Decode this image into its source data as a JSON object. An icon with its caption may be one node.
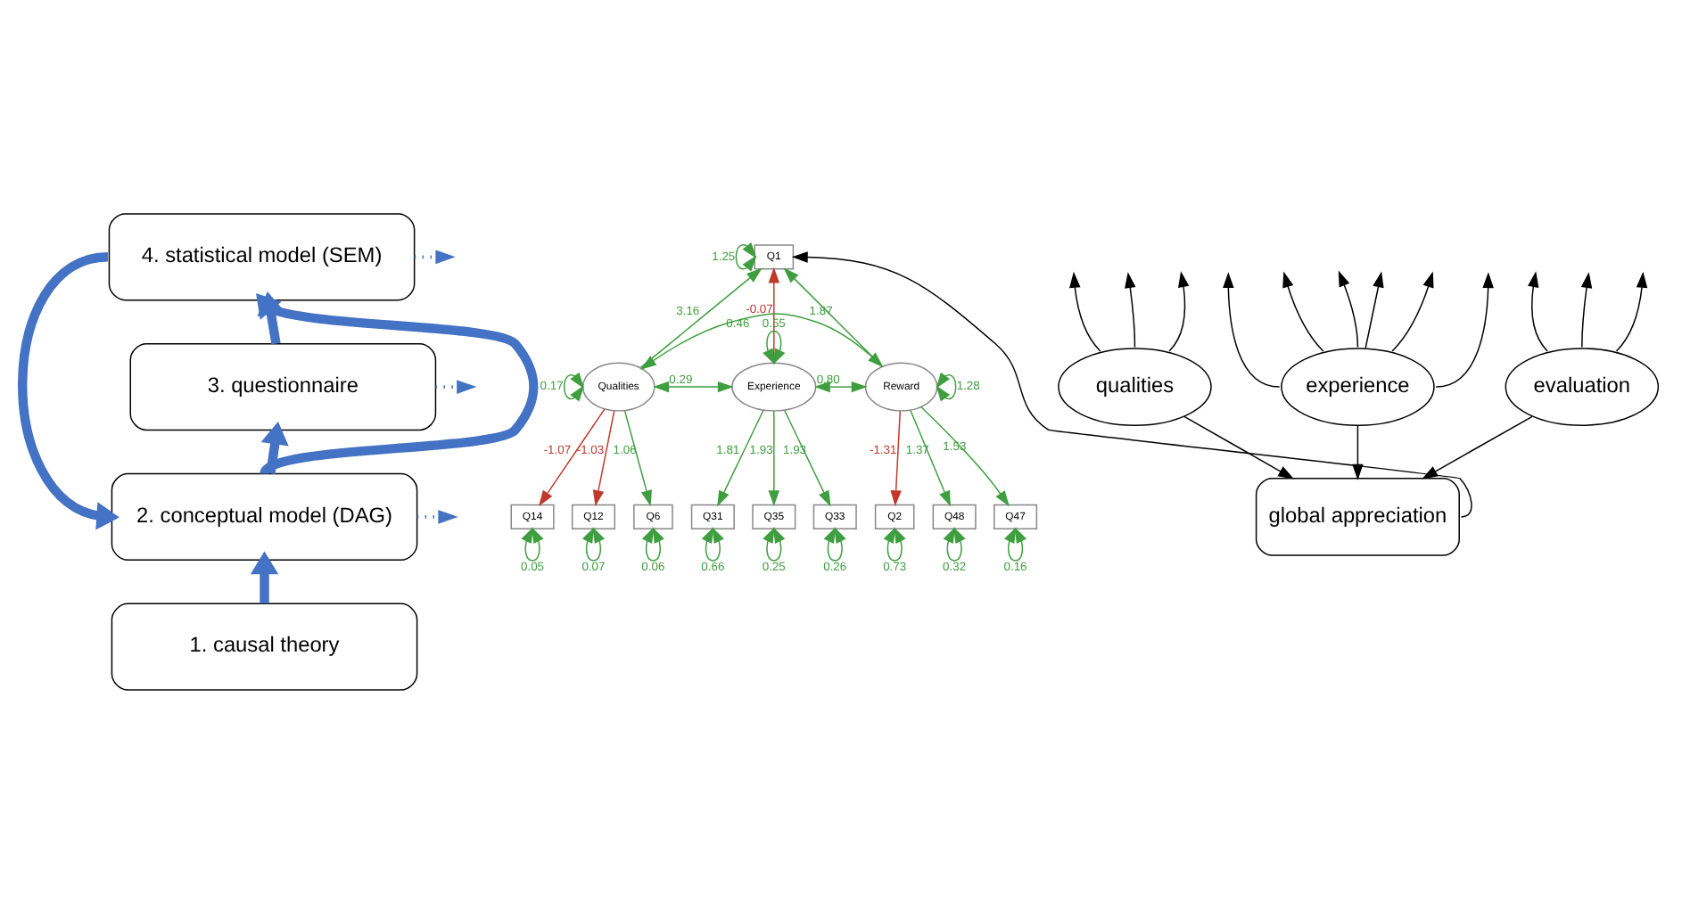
{
  "diagram": {
    "nodes": [
      {
        "text": [
          "4. statistical model (SEM)"
        ]
      },
      {
        "text": [
          "3. questionnaire"
        ]
      },
      {
        "text": [
          "2. conceptual model (DAG)"
        ]
      },
      {
        "text": [
          "1. causal theory"
        ]
      },
      {
        "text": [
          "Q1"
        ]
      },
      {
        "text": [
          "Qualities"
        ]
      },
      {
        "text": [
          "Experience"
        ]
      },
      {
        "text": [
          "Reward"
        ]
      },
      {
        "text": [
          "Q14"
        ]
      },
      {
        "text": [
          "Q12"
        ]
      },
      {
        "text": [
          "Q6"
        ]
      },
      {
        "text": [
          "Q31"
        ]
      },
      {
        "text": [
          "Q35"
        ]
      },
      {
        "text": [
          "Q33"
        ]
      },
      {
        "text": [
          "Q2"
        ]
      },
      {
        "text": [
          "Q48"
        ]
      },
      {
        "text": [
          "Q47"
        ]
      },
      {
        "text": [
          "qualities"
        ]
      },
      {
        "text": [
          "experience"
        ]
      },
      {
        "text": [
          "evaluation"
        ]
      },
      {
        "text": [
          "global appreciation"
        ]
      }
    ],
    "edges": [
      {
        "from": 3,
        "to": 2,
        "arrow": "to",
        "style": "thick",
        "color": "#4472c4"
      },
      {
        "from": 2,
        "to": 1,
        "arrow": "to",
        "style": "thick",
        "color": "#4472c4"
      },
      {
        "from": 2,
        "to": 0,
        "arrow": "to",
        "style": "thick",
        "color": "#4472c4"
      },
      {
        "from": 1,
        "to": 0,
        "arrow": "to",
        "style": "thick",
        "color": "#4472c4"
      },
      {
        "from": 0,
        "to": 2,
        "arrow": "to",
        "style": "thick",
        "color": "#4472c4"
      },
      {
        "from": 0,
        "to": null,
        "arrow": "to",
        "style": "dashed",
        "color": "#4472c4"
      },
      {
        "from": 1,
        "to": null,
        "arrow": "to",
        "style": "dashed",
        "color": "#4472c4"
      },
      {
        "from": 2,
        "to": null,
        "arrow": "to",
        "style": "dashed",
        "color": "#4472c4"
      },
      {
        "from": 5,
        "to": 4,
        "arrow": "to",
        "label": "3.16"
      },
      {
        "from": 6,
        "to": 4,
        "arrow": "to",
        "label": "-0.07",
        "color": "#c0392b"
      },
      {
        "from": 7,
        "to": 4,
        "arrow": "to",
        "label": "1.87"
      },
      {
        "from": 5,
        "to": 8,
        "arrow": "to",
        "label": "-1.07",
        "color": "#c0392b"
      },
      {
        "from": 5,
        "to": 9,
        "arrow": "to",
        "label": "-1.03",
        "color": "#c0392b"
      },
      {
        "from": 5,
        "to": 10,
        "arrow": "to",
        "label": "1.06"
      },
      {
        "from": 6,
        "to": 11,
        "arrow": "to",
        "label": "1.81"
      },
      {
        "from": 6,
        "to": 12,
        "arrow": "to",
        "label": "1.93"
      },
      {
        "from": 6,
        "to": 13,
        "arrow": "to",
        "label": "1.93"
      },
      {
        "from": 7,
        "to": 14,
        "arrow": "to",
        "label": "-1.31",
        "color": "#c0392b"
      },
      {
        "from": 7,
        "to": 15,
        "arrow": "to",
        "label": "1.37"
      },
      {
        "from": 7,
        "to": 16,
        "arrow": "to",
        "label": "1.53"
      },
      {
        "from": 5,
        "to": 6,
        "arrow": "both",
        "label": "0.29"
      },
      {
        "from": 6,
        "to": 7,
        "arrow": "both",
        "label": "0.80"
      },
      {
        "from": 5,
        "to": 7,
        "arrow": "both",
        "label": "0.46"
      },
      {
        "from": 4,
        "to": 4,
        "arrow": "both",
        "label": "1.25"
      },
      {
        "from": 5,
        "to": 5,
        "arrow": "both",
        "label": "0.17"
      },
      {
        "from": 6,
        "to": 6,
        "arrow": "both",
        "label": "0.55"
      },
      {
        "from": 7,
        "to": 7,
        "arrow": "both",
        "label": "1.28"
      },
      {
        "from": 8,
        "to": 8,
        "arrow": "both",
        "label": "0.05"
      },
      {
        "from": 9,
        "to": 9,
        "arrow": "both",
        "label": "0.07"
      },
      {
        "from": 10,
        "to": 10,
        "arrow": "both",
        "label": "0.06"
      },
      {
        "from": 11,
        "to": 11,
        "arrow": "both",
        "label": "0.66"
      },
      {
        "from": 12,
        "to": 12,
        "arrow": "both",
        "label": "0.25"
      },
      {
        "from": 13,
        "to": 13,
        "arrow": "both",
        "label": "0.26"
      },
      {
        "from": 14,
        "to": 14,
        "arrow": "both",
        "label": "0.73"
      },
      {
        "from": 15,
        "to": 15,
        "arrow": "both",
        "label": "0.32"
      },
      {
        "from": 16,
        "to": 16,
        "arrow": "both",
        "label": "0.16"
      },
      {
        "from": 17,
        "to": null,
        "arrow": "to",
        "color": "#000000"
      },
      {
        "from": 17,
        "to": null,
        "arrow": "to",
        "color": "#000000"
      },
      {
        "from": 17,
        "to": null,
        "arrow": "to",
        "color": "#000000"
      },
      {
        "from": 18,
        "to": null,
        "arrow": "to",
        "color": "#000000"
      },
      {
        "from": 18,
        "to": null,
        "arrow": "to",
        "color": "#000000"
      },
      {
        "from": 18,
        "to": null,
        "arrow": "to",
        "color": "#000000"
      },
      {
        "from": 18,
        "to": null,
        "arrow": "to",
        "color": "#000000"
      },
      {
        "from": 18,
        "to": null,
        "arrow": "to",
        "color": "#000000"
      },
      {
        "from": 18,
        "to": null,
        "arrow": "to",
        "color": "#000000"
      },
      {
        "from": 19,
        "to": null,
        "arrow": "to",
        "color": "#000000"
      },
      {
        "from": 19,
        "to": null,
        "arrow": "to",
        "color": "#000000"
      },
      {
        "from": 19,
        "to": null,
        "arrow": "to",
        "color": "#000000"
      },
      {
        "from": 17,
        "to": 20,
        "arrow": "to",
        "color": "#000000"
      },
      {
        "from": 18,
        "to": 20,
        "arrow": "to",
        "color": "#000000"
      },
      {
        "from": 19,
        "to": 20,
        "arrow": "to",
        "color": "#000000"
      },
      {
        "from": 20,
        "to": 4,
        "arrow": "to",
        "color": "#000000"
      }
    ]
  }
}
